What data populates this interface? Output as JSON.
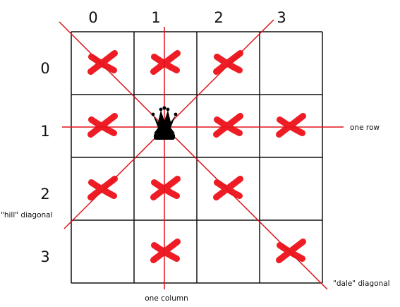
{
  "board": {
    "size": 4,
    "column_labels": [
      "0",
      "1",
      "2",
      "3"
    ],
    "row_labels": [
      "0",
      "1",
      "2",
      "3"
    ],
    "queen": {
      "row": 1,
      "col": 1
    },
    "attacked_cells": [
      [
        0,
        0
      ],
      [
        0,
        1
      ],
      [
        0,
        2
      ],
      [
        1,
        0
      ],
      [
        1,
        2
      ],
      [
        1,
        3
      ],
      [
        2,
        0
      ],
      [
        2,
        1
      ],
      [
        2,
        2
      ],
      [
        3,
        1
      ],
      [
        3,
        3
      ]
    ]
  },
  "annotations": {
    "row": "one row",
    "column": "one column",
    "hill": "\"hill\" diagonal",
    "dale": "\"dale\" diagonal"
  },
  "colors": {
    "grid": "#111111",
    "line": "#e0141b",
    "cross": "#ee1c24",
    "queen": "#000000"
  }
}
